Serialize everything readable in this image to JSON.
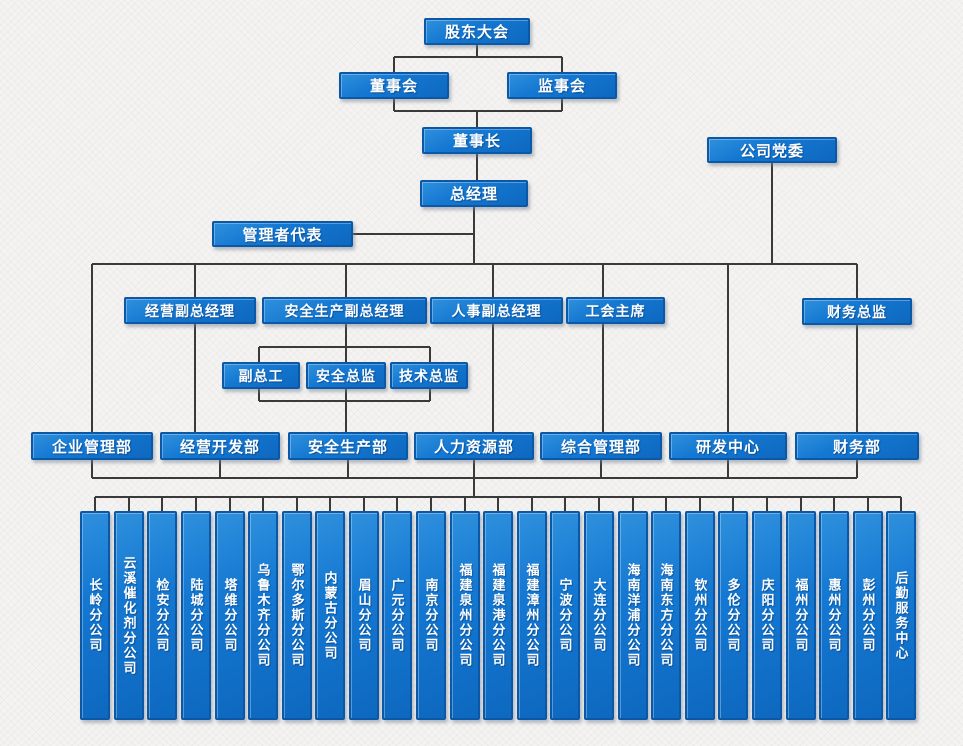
{
  "nodes": {
    "shareholders": "股东大会",
    "board": "董事会",
    "supervisory": "监事会",
    "chairman": "董事长",
    "general_manager": "总经理",
    "party_committee": "公司党委",
    "management_rep": "管理者代表",
    "vp_operations": "经营副总经理",
    "vp_safety_production": "安全生产副总经理",
    "vp_hr": "人事副总经理",
    "union_chairman": "工会主席",
    "finance_director": "财务总监",
    "deputy_chief_engineer": "副总工",
    "safety_director": "安全总监",
    "technology_director": "技术总监"
  },
  "departments": [
    "企业管理部",
    "经营开发部",
    "安全生产部",
    "人力资源部",
    "综合管理部",
    "研发中心",
    "财务部"
  ],
  "branches": [
    "长岭分公司",
    "云溪催化剂分公司",
    "检安分公司",
    "陆城分公司",
    "塔维分公司",
    "乌鲁木齐分公司",
    "鄂尔多斯分公司",
    "内蒙古分公司",
    "眉山分公司",
    "广元分公司",
    "南京分公司",
    "福建泉州分公司",
    "福建泉港分公司",
    "福建漳州分公司",
    "宁波分公司",
    "大连分公司",
    "海南洋浦分公司",
    "海南东方分公司",
    "钦州分公司",
    "多伦分公司",
    "庆阳分公司",
    "福州分公司",
    "惠州分公司",
    "彭州分公司",
    "后勤服务中心"
  ],
  "colors": {
    "box_fill": "#1173cc",
    "box_border": "#0b58a6",
    "connector_line": "#3a3a3a",
    "text": "#ffffff",
    "background": "#f4f3f1"
  }
}
